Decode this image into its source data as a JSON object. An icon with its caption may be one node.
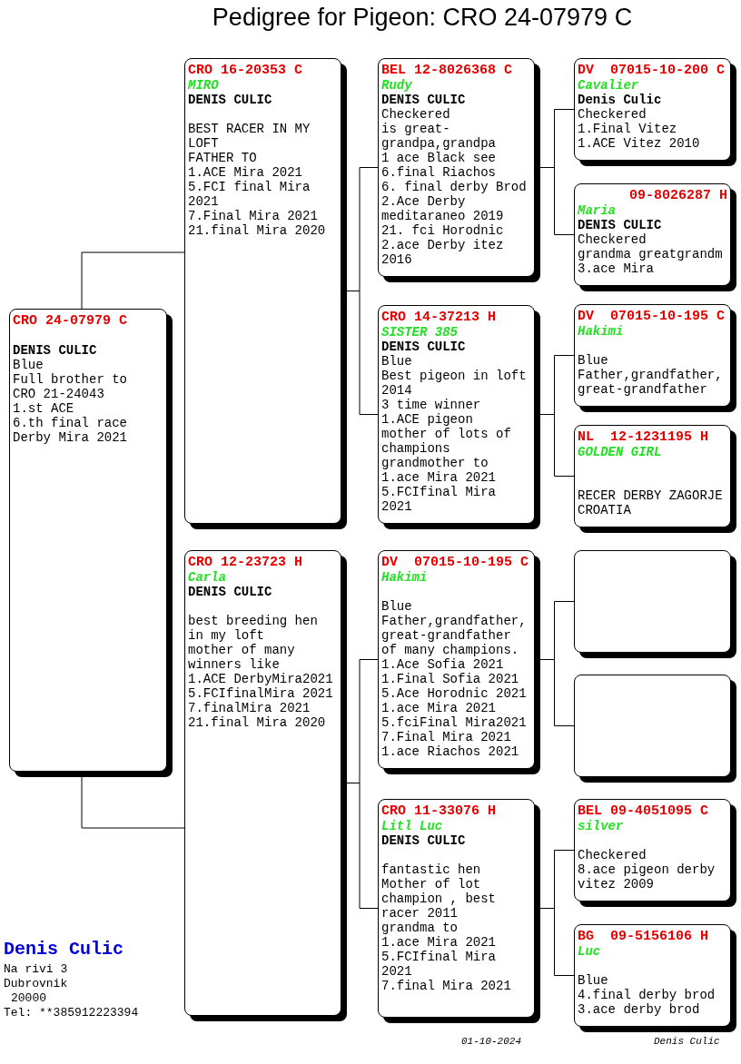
{
  "diagram": {
    "title": "Pedigree for Pigeon: CRO 24-07979 C",
    "nodes": [
      {
        "text": [
          "CRO 24-07979 C",
          "DENIS CULIC",
          "Blue",
          "Full brother to",
          "CRO 21-24043",
          "1.st ACE",
          "6.th final race Derby Mira 2021"
        ]
      },
      {
        "text": [
          "CRO 16-20353 C",
          "MIRO",
          "DENIS CULIC",
          "BEST RACER IN MY LOFT",
          "FATHER TO",
          "1.ACE Mira 2021",
          "5.FCI final Mira 2021",
          "7.Final Mira 2021",
          "21.final Mira 2020"
        ]
      },
      {
        "text": [
          "BEL 12-8026368 C",
          "Rudy",
          "DENIS CULIC",
          "Checkered",
          "is great-grandpa,grandpa",
          "1 ace Black see",
          "6.final Riachos",
          "6. final derby Brod",
          "2.Ace Derby meditaraneo 2019",
          "21. fci Horodnic",
          "2.ace Derby itez 2016"
        ]
      },
      {
        "text": [
          "DV  07015-10-200 C",
          "Cavalier",
          "Denis Culic",
          "Checkered",
          "1.Final Vitez",
          "1.ACE Vitez 2010"
        ]
      },
      {
        "text": [
          "09-8026287 H",
          "Maria",
          "DENIS CULIC",
          "Checkered",
          "grandma greatgrandm",
          "3.ace Mira"
        ]
      },
      {
        "text": [
          "CRO 14-37213 H",
          "SISTER 385",
          "DENIS CULIC",
          "Blue",
          "Best pigeon in loft 2014",
          "3 time winner",
          "1.ACE pigeon",
          "mother of lots of champions",
          "grandmother to",
          "1.ace Mira 2021",
          "5.FCIfinal Mira 2021"
        ]
      },
      {
        "text": [
          "DV  07015-10-195 C",
          "Hakimi",
          "Blue",
          "Father,grandfather, great-grandfather"
        ]
      },
      {
        "text": [
          "NL  12-1231195 H",
          "GOLDEN GIRL",
          "RECER DERBY ZAGORJE CROATIA"
        ]
      },
      {
        "text": [
          "CRO 12-23723 H",
          "Carla",
          "DENIS CULIC",
          "best breeding hen in my loft",
          "mother of many winners like",
          "1.ACE DerbyMira2021",
          "5.FCIfinalMira 2021",
          "7.finalMira 2021",
          "21.final Mira 2020"
        ]
      },
      {
        "text": [
          "DV  07015-10-195 C",
          "Hakimi",
          "Blue",
          "Father,grandfather, great-grandfather of many champions.",
          "1.Ace Sofia 2021",
          "1.Final Sofia 2021",
          "5.Ace Horodnic 2021",
          "1.ace Mira 2021",
          "5.fciFinal Mira2021",
          "7.Final Mira 2021",
          "1.ace Riachos 2021"
        ]
      },
      {
        "text": [],
        "shape": "box"
      },
      {
        "text": [],
        "shape": "box"
      },
      {
        "text": [
          "CRO 11-33076 H",
          "Litl Luc",
          "DENIS CULIC",
          "fantastic hen",
          "Mother of lot champion , best racer 2011",
          "grandma to",
          "1.ace Mira 2021",
          "5.FCIfinal Mira 2021",
          "7.final Mira 2021"
        ]
      },
      {
        "text": [
          "BEL 09-4051095 C",
          "silver",
          "Checkered",
          "8.ace pigeon derby vitez 2009"
        ]
      },
      {
        "text": [
          "BG  09-5156106 H",
          "Luc",
          "Blue",
          "4.final derby brod",
          "3.ace derby brod"
        ]
      }
    ],
    "edges": [
      {
        "from": 0,
        "to": 1,
        "arrow": "none"
      },
      {
        "from": 0,
        "to": 8,
        "arrow": "none"
      },
      {
        "from": 1,
        "to": 2,
        "arrow": "none"
      },
      {
        "from": 1,
        "to": 5,
        "arrow": "none"
      },
      {
        "from": 2,
        "to": 3,
        "arrow": "none"
      },
      {
        "from": 2,
        "to": 4,
        "arrow": "none"
      },
      {
        "from": 5,
        "to": 6,
        "arrow": "none"
      },
      {
        "from": 5,
        "to": 7,
        "arrow": "none"
      },
      {
        "from": 8,
        "to": 9,
        "arrow": "none"
      },
      {
        "from": 8,
        "to": 12,
        "arrow": "none"
      },
      {
        "from": 9,
        "to": 10,
        "arrow": "none"
      },
      {
        "from": 9,
        "to": 11,
        "arrow": "none"
      },
      {
        "from": 12,
        "to": 13,
        "arrow": "none"
      },
      {
        "from": 12,
        "to": 14,
        "arrow": "none"
      }
    ],
    "labels": [
      "Denis Culic",
      "Na rivi 3",
      "Dubrovnik",
      "20000",
      "Tel: **385912223394",
      "01-10-2024",
      "Denis Culic"
    ]
  }
}
